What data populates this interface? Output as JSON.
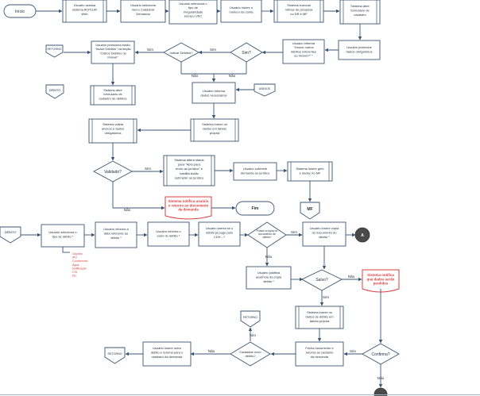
{
  "nodes": {
    "inicio": "Início",
    "n1": [
      "Usuário acessa",
      "sistema ACPLUR",
      "Web"
    ],
    "n2": [
      "Usuário seleciona",
      "menu Cadastrar",
      "Demanda"
    ],
    "n3": [
      "Usuário seleciona o",
      "tipo de",
      "irregularidade",
      "escopo USC"
    ],
    "n4": [
      "Usuário insere o",
      "número da conta"
    ],
    "n5": [
      "Sistema executa",
      "rotinas de pesquisa",
      "no DR e MF"
    ],
    "n6": [
      "Sistema abre",
      "formulário de",
      "cadastro"
    ],
    "n7": [
      "Usuário preenche",
      "dados obrigatórios"
    ],
    "n8": [
      "Usuário informa",
      "\"Houve outros",
      "débitos referentes",
      "ao imóvel?\" *"
    ],
    "d_sim1": "Sim?",
    "d_indicar": "Indicar Débitos?",
    "n9": [
      "Usuário pressiona botão",
      "\"Incluir Débitos\" na seção",
      "\"Outros Débitos do",
      "Imóvel\""
    ],
    "retorno": "RETORNO",
    "debito_top": "DÉBITO",
    "n10": [
      "Sistema abre",
      "formulário de",
      "cadastro de débitos"
    ],
    "n11": [
      "Usuário informa",
      "dados necessários"
    ],
    "anexos": "ANEXOS",
    "n12": [
      "Sistema valida",
      "anexos e dados",
      "obrigatórios"
    ],
    "n13": [
      "Sistema insere os",
      "dados em tabela",
      "própria"
    ],
    "d_validado": "Validado?",
    "n14": [
      "Sistema altera status",
      "para \"Apto para",
      "envio ao jurídico\" e",
      "habilita botão",
      "submeter ao jurídico"
    ],
    "n15": [
      "Usuário submete",
      "demanda ao jurídico"
    ],
    "n16": [
      "Sistema insere grifo",
      "e dados no MF"
    ],
    "n17": [
      "Sistema notifica usuário",
      "o retorno ao documento",
      "da demanda"
    ],
    "fim": "Fim",
    "mf": "MF",
    "debito_left": "DÉBITO",
    "n18": [
      "Usuário seleciona o",
      "tipo de débito *"
    ],
    "n19": [
      "Usuário informa a",
      "data referente ao",
      "débito *"
    ],
    "n20": [
      "Usuário informa o",
      "valor do débito *"
    ],
    "n21": [
      "Usuário anexa se o",
      "débito já pago pelo",
      "CDH ..?"
    ],
    "d_copia": [
      "Possui a cópia do",
      "documento do",
      "débito?"
    ],
    "n22": [
      "Usuário insere cópia",
      "do documento do",
      "débito *"
    ],
    "conn_a": "A",
    "n23": [
      "Usuário justifica",
      "ausência da cópia",
      "débito *"
    ],
    "d_salvo": "Salvo?",
    "n24": [
      "Sistema notifica",
      "que dados serão",
      "perdidos"
    ],
    "n25": [
      "Sistema insere os",
      "dados de débito em",
      "tabela própria"
    ],
    "retorno2": "RETORNO",
    "d_cadastrar": [
      "Cadastrar novo",
      "débito?"
    ],
    "n26": [
      "Usuário insere outro",
      "débito e retorna para o",
      "cadastro da demanda"
    ],
    "n27": [
      "Fecha documento e",
      "retorna ao cadastro",
      "da demanda"
    ],
    "d_confirma": "Confirma?",
    "retorno3": "RETORNO"
  },
  "notes": [
    "Opções:",
    "IPU",
    "Condomínio",
    "Água",
    "Notificação",
    "CIS",
    "Etc."
  ],
  "labels": {
    "sim": "Sim",
    "nao": "Não",
    "sim_b": "Sim",
    "nao_b": "Não",
    "sim_c": "Sim",
    "nao_c": "Não",
    "sim_d": "Sim",
    "nao_d": "Não",
    "sim_e": "Sim",
    "nao_e": "Não",
    "sim_f": "Sim",
    "nao_f": "Não",
    "sim_g": "Sim",
    "nao_g": "Não"
  }
}
